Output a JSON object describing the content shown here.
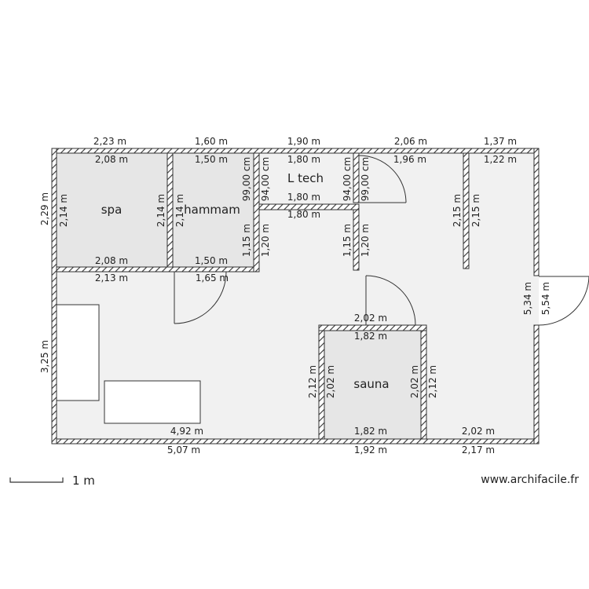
{
  "rooms": {
    "spa": "spa",
    "hammam": "hammam",
    "ltech": "L tech",
    "sauna": "sauna"
  },
  "dims": {
    "top_1": "2,23 m",
    "top_2": "1,60 m",
    "top_3": "1,90 m",
    "top_4": "2,06 m",
    "top_5": "1,37 m",
    "spa_top": "2,08 m",
    "spa_bottom": "2,08 m",
    "spa_left_out": "2,29 m",
    "spa_left_in": "2,14 m",
    "spa_right_in": "2,14 m",
    "spa_below": "2,13 m",
    "hammam_top": "1,50 m",
    "hammam_bottom": "1,50 m",
    "hammam_left_in": "2,14 m",
    "hammam_right_in": "1,15 m",
    "hammam_below": "1,65 m",
    "hammam_right_cm": "99,00 cm",
    "ltech_top": "1,80 m",
    "ltech_bottom": "1,80 m",
    "ltech_below": "1,80 m",
    "ltech_left_cm": "94,00 cm",
    "ltech_right_cm": "94,00 cm",
    "ltech_left_m": "1,20 m",
    "ltech_right_out": "1,15 m",
    "ltech_right_m": "1,20 m",
    "corr_right_cm": "99,00 cm",
    "corr_top": "1,96 m",
    "right_top": "1,22 m",
    "part_left": "2,15 m",
    "part_right": "2,15 m",
    "right_wall_in": "5,34 m",
    "right_wall_out": "5,54 m",
    "left_wall_out": "3,25 m",
    "sauna_top_out": "2,02 m",
    "sauna_top_in": "1,82 m",
    "sauna_bottom_in": "1,82 m",
    "sauna_left_out": "2,12 m",
    "sauna_left_in": "2,02 m",
    "sauna_right_in": "2,02 m",
    "sauna_right_out": "2,12 m",
    "bottom_in_left": "4,92 m",
    "bottom_in_right": "2,02 m",
    "bottom_1": "5,07 m",
    "bottom_2": "1,92 m",
    "bottom_3": "2,17 m"
  },
  "scale_label": "1 m",
  "brand": "www.archifacile.fr"
}
